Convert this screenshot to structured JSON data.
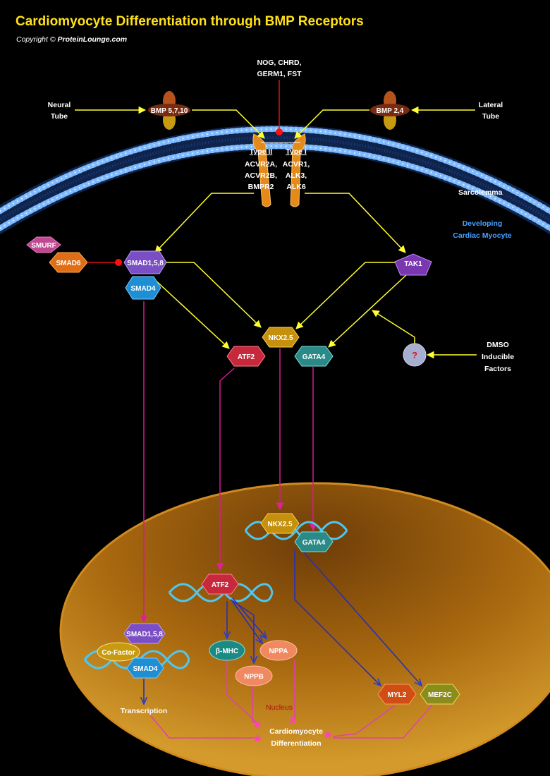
{
  "title": "Cardiomyocyte Differentiation through BMP Receptors",
  "copyright": {
    "prefix": "Copyright © ",
    "site": "ProteinLounge.com"
  },
  "labels": {
    "inhibitors_line1": "NOG, CHRD,",
    "inhibitors_line2": "GERM1, FST",
    "neural_line1": "Neural",
    "neural_line2": "Tube",
    "lateral_line1": "Lateral",
    "lateral_line2": "Tube",
    "type2_title": "Type II",
    "type2_1": "ACVR2A,",
    "type2_2": "ACVR2B,",
    "type2_3": "BMPR2",
    "type1_title": "Type I",
    "type1_1": "ACVR1,",
    "type1_2": "ALK3,",
    "type1_3": "ALK6",
    "sarcolemma": "Sarcolemma",
    "developing_line1": "Developing",
    "developing_line2": "Cardiac Myocyte",
    "dmso_line1": "DMSO",
    "dmso_line2": "Inducible",
    "dmso_line3": "Factors",
    "unknown": "?",
    "transcription": "Transcription",
    "nucleus": "Nucleus",
    "diff_line1": "Cardiomyocyte",
    "diff_line2": "Differentiation"
  },
  "nodes": {
    "bmp5710": "BMP 5,7,10",
    "bmp24": "BMP 2,4",
    "smurf": "SMURF",
    "smad6": "SMAD6",
    "smad158": "SMAD1,5,8",
    "smad4": "SMAD4",
    "tak1": "TAK1",
    "nkx25": "NKX2.5",
    "atf2": "ATF2",
    "gata4": "GATA4",
    "nkx25_nuc": "NKX2.5",
    "gata4_nuc": "GATA4",
    "atf2_nuc": "ATF2",
    "bmhc": "β-MHC",
    "nppa": "NPPA",
    "nppb": "NPPB",
    "smad158_nuc": "SMAD1,5,8",
    "cofactor": "Co-Factor",
    "smad4_nuc": "SMAD4",
    "myl2": "MYL2",
    "mef2c": "MEF2C"
  }
}
